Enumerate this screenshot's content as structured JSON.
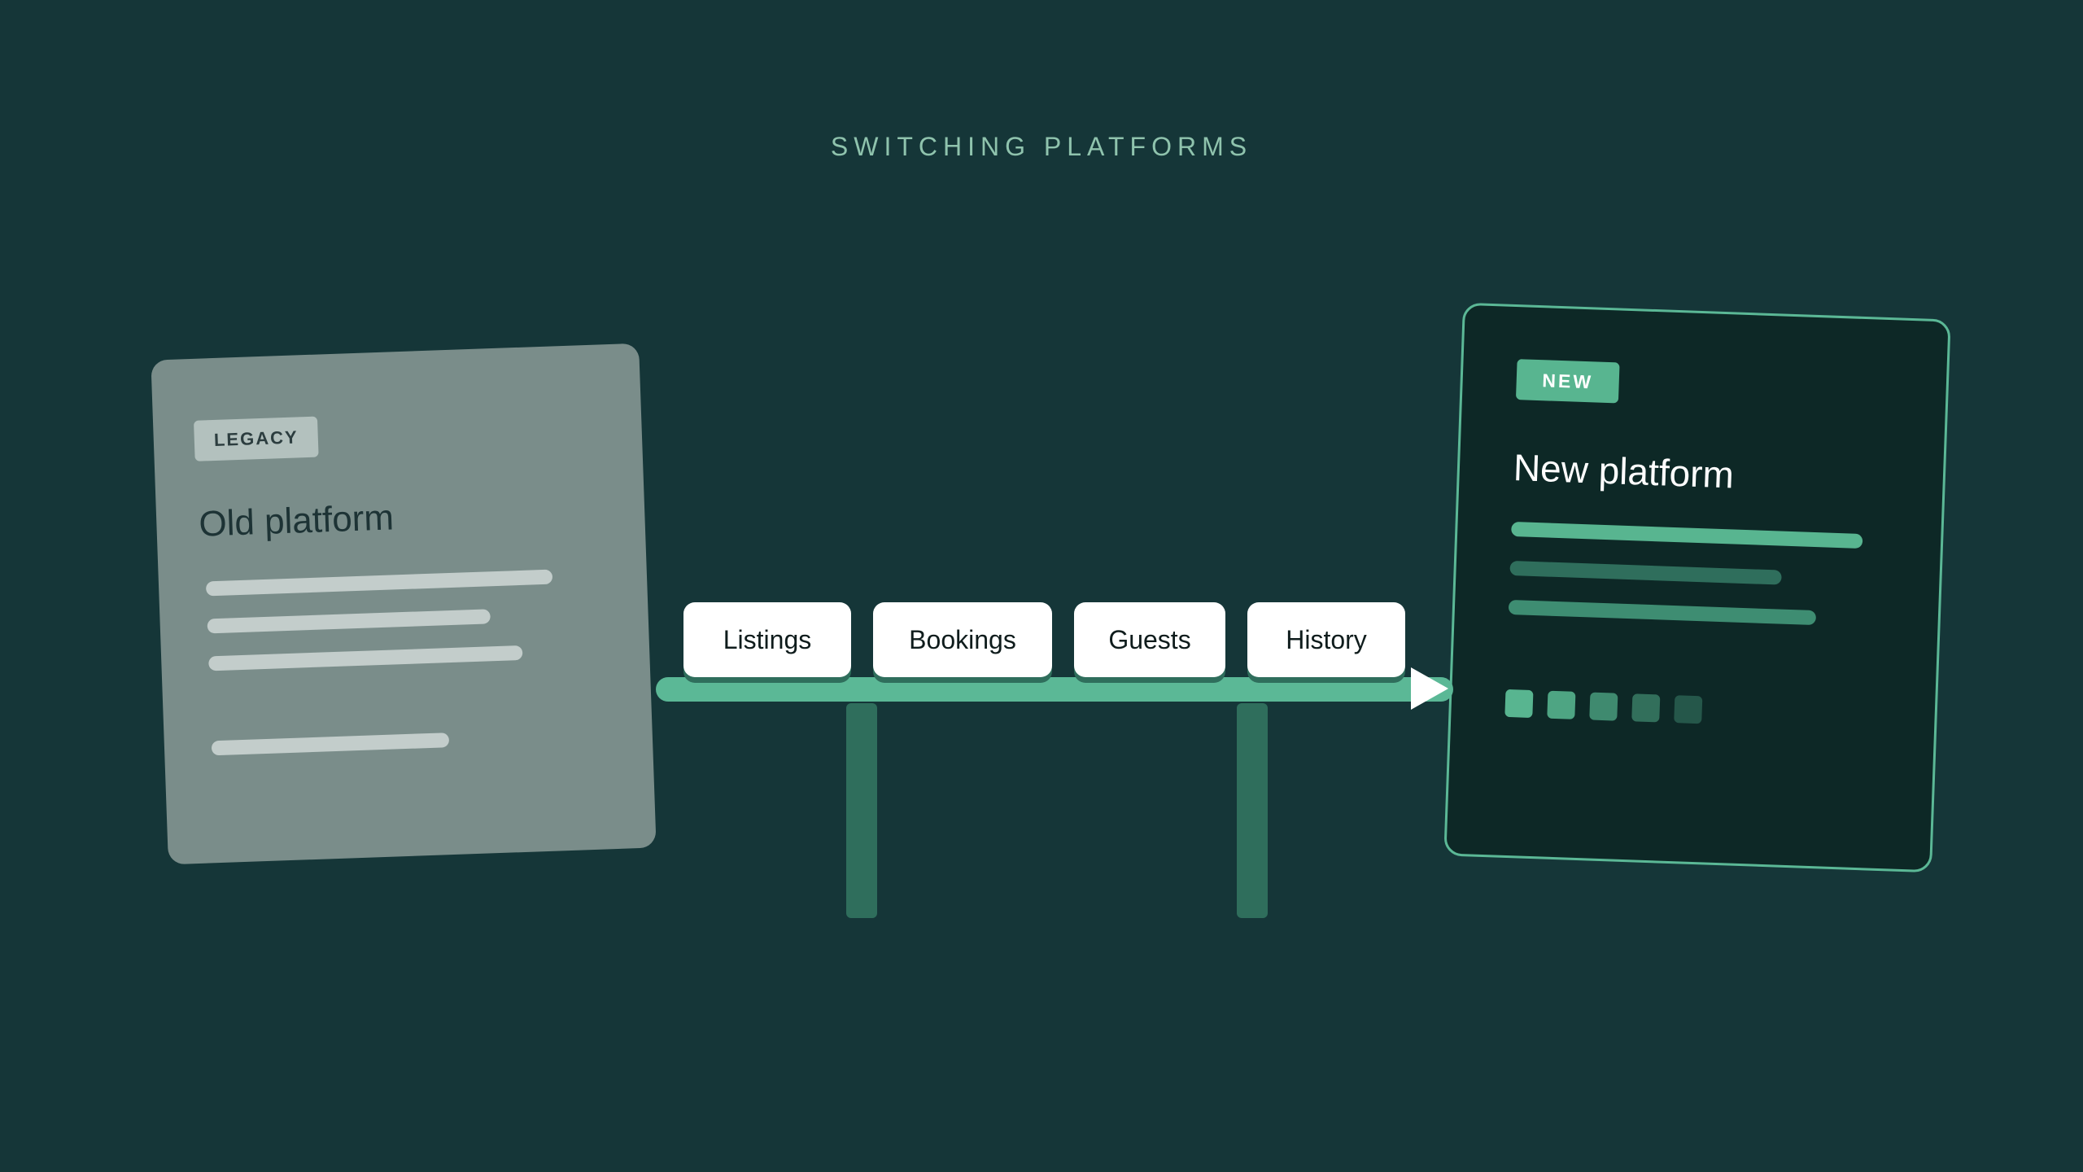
{
  "title": "SWITCHING PLATFORMS",
  "old_card": {
    "badge": "LEGACY",
    "title": "Old platform"
  },
  "new_card": {
    "badge": "NEW",
    "title": "New platform"
  },
  "bridge": {
    "items": [
      "Listings",
      "Bookings",
      "Guests",
      "History"
    ]
  },
  "colors": {
    "background": "#153638",
    "accent": "#5bb896",
    "legacy_card": "#7a8d8a",
    "new_card": "#0d2826"
  }
}
